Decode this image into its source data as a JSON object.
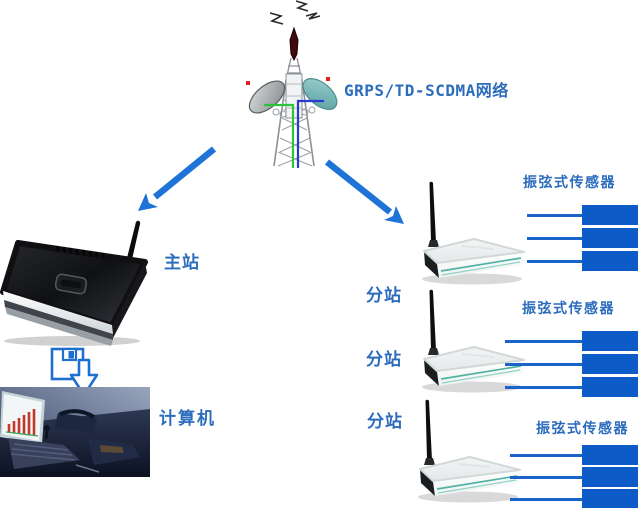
{
  "diagram": {
    "network_label": "GRPS/TD-SCDMA网络",
    "master_station_label": "主站",
    "computer_label": "计算机",
    "substations": [
      {
        "label": "分站"
      },
      {
        "label": "分站"
      },
      {
        "label": "分站"
      }
    ],
    "sensor_groups": [
      {
        "label": "振弦式传感器",
        "sensor_count": 3
      },
      {
        "label": "振弦式传感器",
        "sensor_count": 3
      },
      {
        "label": "振弦式传感器",
        "sensor_count": 3
      }
    ],
    "colors": {
      "label_blue": "#2b6cbd",
      "arrow_blue": "#1d73d6",
      "sensor_bar_blue": "#0c5bc6",
      "sensor_wire_blue": "#1a63c9",
      "tower_dish_teal": "#68adad",
      "tower_spike_maroon": "#42090d",
      "tower_signal_green": "#2ec437",
      "tower_signal_blue": "#2a3ad2"
    }
  }
}
